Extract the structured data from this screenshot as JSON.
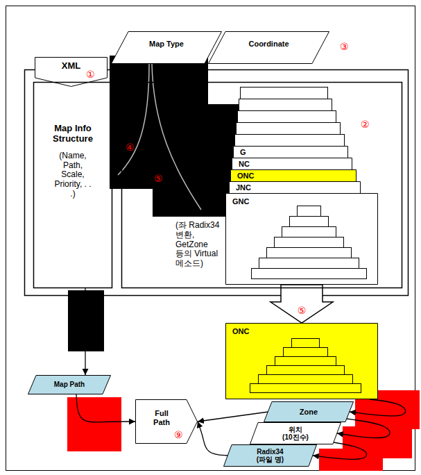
{
  "diagram": {
    "nodes": [
      {
        "text": [
          "XML"
        ]
      },
      {
        "text": [
          "Map Type"
        ]
      },
      {
        "text": [
          "Coordinate"
        ]
      },
      {
        "text": [
          "Map Info Structure",
          "(Name, Path, Scale, Priority, . . .)"
        ]
      },
      {
        "text": [
          "(좌 Radix34 변환, GetZone 등의 Virtual 메소드)"
        ]
      },
      {
        "text": [
          "G"
        ],
        "in": 4
      },
      {
        "text": [
          "NC"
        ],
        "in": 4
      },
      {
        "text": [
          "ONC"
        ],
        "in": 4
      },
      {
        "text": [
          "JNC"
        ],
        "in": 4
      },
      {
        "text": [
          "GNC"
        ],
        "in": 4
      },
      {
        "text": [
          "ONC"
        ]
      },
      {
        "text": [
          "Map Path"
        ]
      },
      {
        "text": [
          "Full Path"
        ]
      },
      {
        "text": [
          "Zone"
        ]
      },
      {
        "text": [
          "위치",
          "(10진수)"
        ]
      },
      {
        "text": [
          "Radix34",
          "(파일 명)"
        ]
      }
    ],
    "edges": [
      {
        "from": 3,
        "to": 11,
        "arrow": "to"
      },
      {
        "from": 9,
        "to": 10,
        "arrow": "to",
        "label": "⑤"
      },
      {
        "from": 10,
        "to": 13,
        "arrow": "to"
      },
      {
        "from": 13,
        "to": 14,
        "arrow": "to"
      },
      {
        "from": 14,
        "to": 15,
        "arrow": "to"
      },
      {
        "from": 11,
        "to": 12,
        "arrow": "to"
      },
      {
        "from": 13,
        "to": 12,
        "arrow": "to"
      },
      {
        "from": 15,
        "to": 12,
        "arrow": "to"
      }
    ],
    "labels": [
      "①",
      "②",
      "③",
      "④",
      "⑤",
      "⑨"
    ]
  }
}
